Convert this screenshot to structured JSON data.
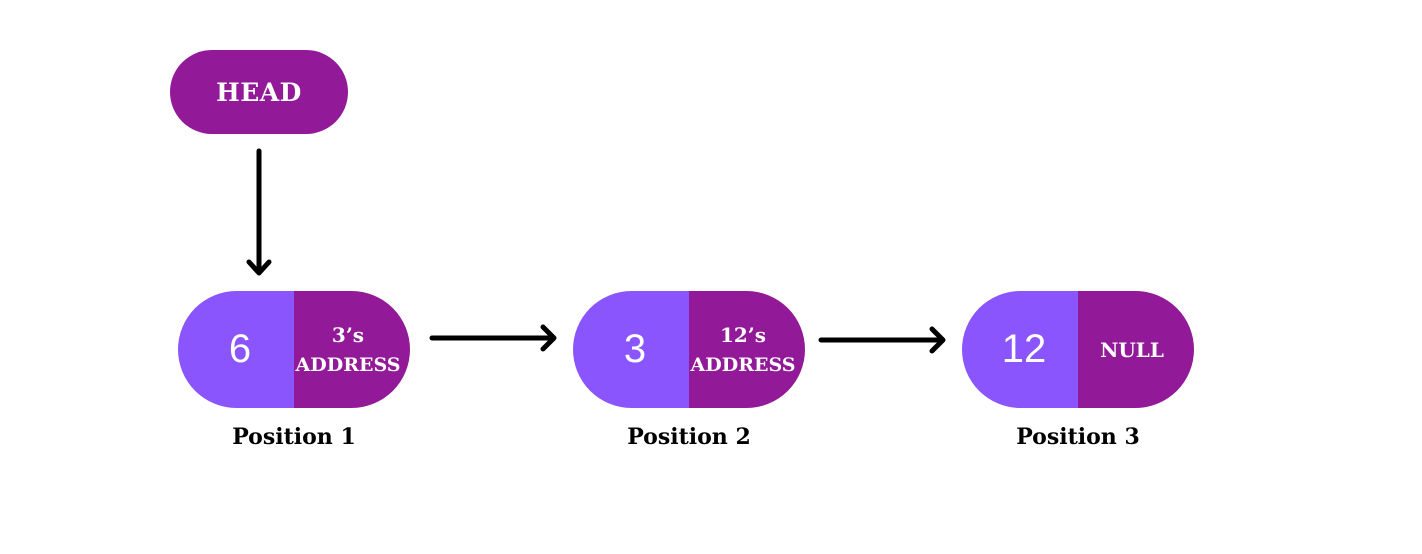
{
  "colors": {
    "value_cell": "#8b55fd",
    "pointer_cell": "#921998",
    "head": "#921998",
    "arrow": "#000000",
    "background": "#ffffff"
  },
  "head": {
    "label": "HEAD"
  },
  "nodes": [
    {
      "value": "6",
      "next_line1": "3’s",
      "next_line2": "ADDRESS",
      "position_label": "Position 1"
    },
    {
      "value": "3",
      "next_line1": "12’s",
      "next_line2": "ADDRESS",
      "position_label": "Position 2"
    },
    {
      "value": "12",
      "next_line1": "NULL",
      "next_line2": "",
      "position_label": "Position 3"
    }
  ]
}
